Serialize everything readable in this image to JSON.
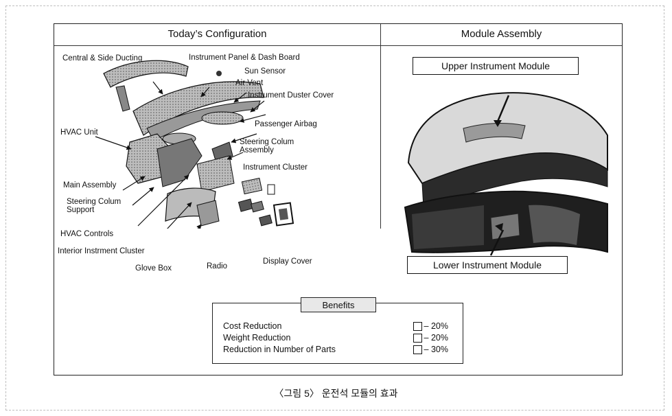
{
  "left_panel": {
    "title": "Today’s Configuration",
    "labels": {
      "central_side_ducting": "Central & Side Ducting",
      "instrument_panel": "Instrument Panel & Dash Board",
      "sun_sensor": "Sun Sensor",
      "air_vent": "Air Vent",
      "instrument_duster_cover": "Instrument Duster Cover",
      "passenger_airbag": "Passenger Airbag",
      "hvac_unit": "HVAC Unit",
      "steering_colum_assembly": "Steering Colum Assembly",
      "instrument_cluster": "Instrument Cluster",
      "main_assembly": "Main Assembly",
      "steering_colum_support": "Steering Colum Support",
      "hvac_controls": "HVAC Controls",
      "interior_cluster": "Interior Instrment Cluster",
      "glove_box": "Glove Box",
      "radio": "Radio",
      "display_cover": "Display Cover"
    }
  },
  "right_panel": {
    "title": "Module Assembly",
    "upper_module": "Upper Instrument Module",
    "lower_module": "Lower Instrument Module"
  },
  "benefits": {
    "title": "Benefits",
    "rows": [
      {
        "label": "Cost Reduction",
        "value": "– 20%"
      },
      {
        "label": "Weight Reduction",
        "value": "– 20%"
      },
      {
        "label": "Reduction in Number of Parts",
        "value": "– 30%"
      }
    ]
  },
  "caption": "〈그림 5〉 운전석 모듈의 효과"
}
